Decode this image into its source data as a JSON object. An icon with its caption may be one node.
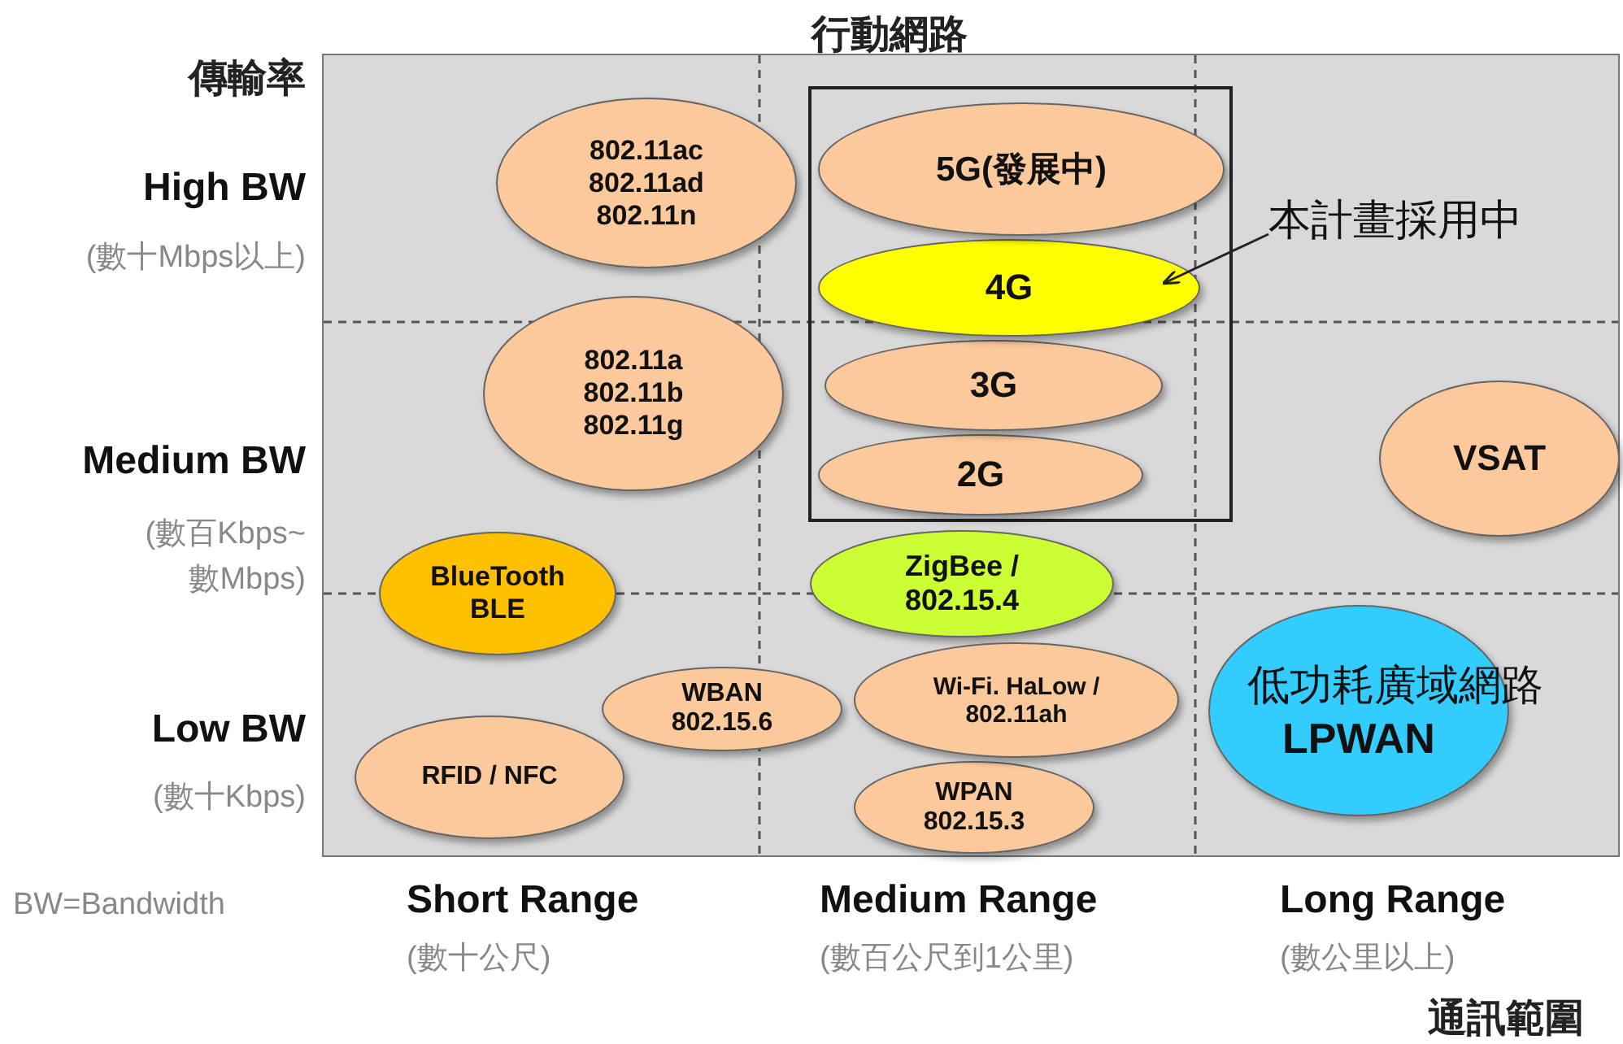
{
  "diagram": {
    "nodes": [
      {
        "text": [
          "行動網路"
        ]
      },
      {
        "text": [
          "5G(發展中)"
        ],
        "in": 0
      },
      {
        "text": [
          "4G"
        ],
        "in": 0
      },
      {
        "text": [
          "3G"
        ],
        "in": 0
      },
      {
        "text": [
          "2G"
        ],
        "in": 0
      },
      {
        "text": [
          "802.11ac 802.11ad 802.11n"
        ]
      },
      {
        "text": [
          "本計畫採用中"
        ]
      },
      {
        "text": [
          "802.11a 802.11b 802.11g"
        ]
      },
      {
        "text": [
          "VSAT"
        ]
      },
      {
        "text": [
          "BlueTooth BLE"
        ]
      },
      {
        "text": [
          "ZigBee / 802.15.4"
        ]
      },
      {
        "text": [
          "低功耗廣域網路",
          "LPWAN"
        ]
      },
      {
        "text": [
          "WBAN 802.15.6"
        ]
      },
      {
        "text": [
          "Wi-Fi. HaLow / 802.11ah"
        ]
      },
      {
        "text": [
          "RFID / NFC"
        ]
      },
      {
        "text": [
          "WPAN 802.15.3"
        ]
      }
    ],
    "edges": [
      {
        "from": 6,
        "to": 2,
        "arrow": "to"
      }
    ],
    "labels": [
      "傳輸率",
      "High BW",
      "(數十Mbps以上)",
      "Medium BW",
      "(數百Kbps~ 數Mbps)",
      "Low BW",
      "(數十Kbps)",
      "BW=Bandwidth",
      "Short Range",
      "(數十公尺)",
      "Medium Range",
      "(數百公尺到1公里)",
      "Long Range",
      "(數公里以上)",
      "通訊範圍"
    ]
  }
}
